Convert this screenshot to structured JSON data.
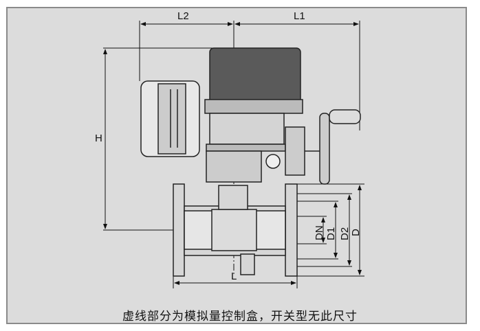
{
  "dimensions": {
    "L1": "L1",
    "L2": "L2",
    "H": "H",
    "L": "L",
    "DN": "DN",
    "D1": "D1",
    "D2": "D2",
    "D": "D"
  },
  "caption": "虚线部分为模拟量控制盒，开关型无此尺寸"
}
